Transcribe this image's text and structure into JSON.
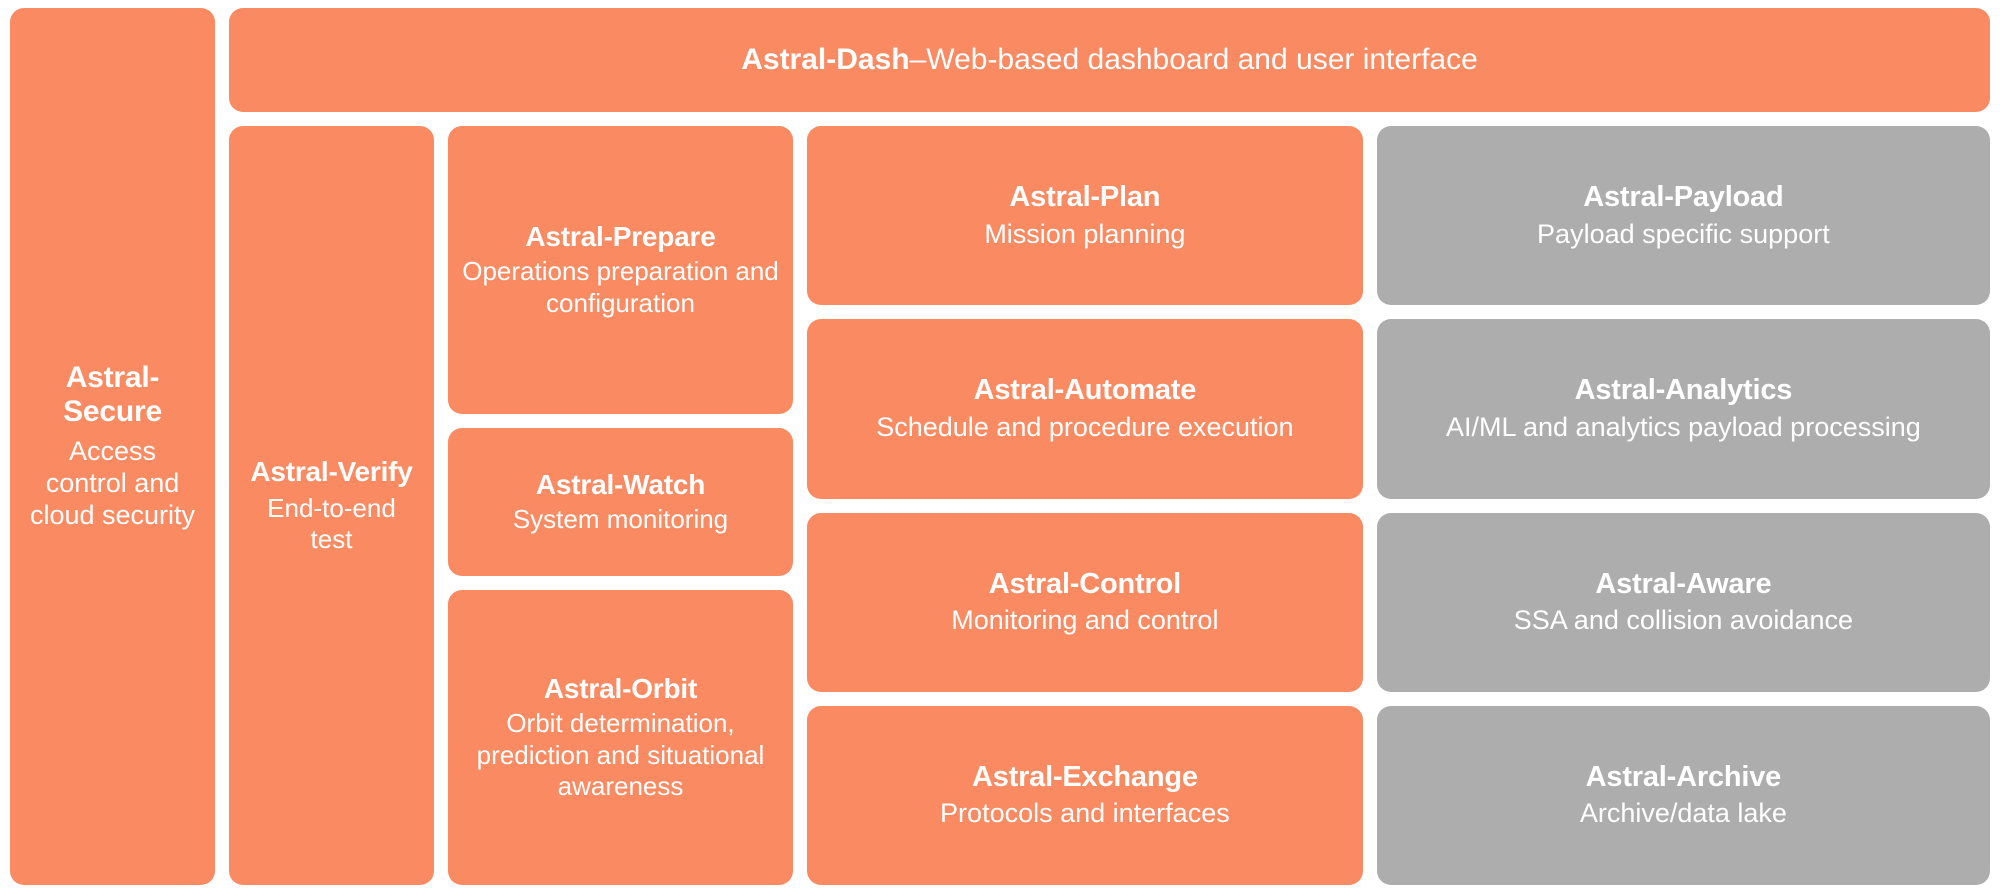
{
  "colors": {
    "primary": "#fa8a62",
    "secondary": "#adadad",
    "text_on_card": "#ffffff",
    "background": "#ffffff"
  },
  "banner": {
    "name": "Astral-Dash",
    "separator": " – ",
    "description": "Web-based dashboard and user interface"
  },
  "secure": {
    "title": "Astral-Secure",
    "subtitle": "Access control and cloud security"
  },
  "verify": {
    "title": "Astral-Verify",
    "subtitle": "End-to-end test"
  },
  "operations": [
    {
      "title": "Astral-Prepare",
      "subtitle": "Operations preparation and configuration",
      "color": "orange"
    },
    {
      "title": "Astral-Watch",
      "subtitle": "System monitoring",
      "color": "orange"
    },
    {
      "title": "Astral-Orbit",
      "subtitle": "Orbit determination, prediction and situational awareness",
      "color": "orange"
    }
  ],
  "core": [
    {
      "title": "Astral-Plan",
      "subtitle": "Mission planning",
      "color": "orange"
    },
    {
      "title": "Astral-Automate",
      "subtitle": "Schedule and procedure execution",
      "color": "orange"
    },
    {
      "title": "Astral-Control",
      "subtitle": "Monitoring and control",
      "color": "orange"
    },
    {
      "title": "Astral-Exchange",
      "subtitle": "Protocols and interfaces",
      "color": "orange"
    }
  ],
  "extensions": [
    {
      "title": "Astral-Payload",
      "subtitle": "Payload specific support",
      "color": "grey"
    },
    {
      "title": "Astral-Analytics",
      "subtitle": "AI/ML and analytics payload processing",
      "color": "grey"
    },
    {
      "title": "Astral-Aware",
      "subtitle": "SSA and collision avoidance",
      "color": "grey"
    },
    {
      "title": "Astral-Archive",
      "subtitle": "Archive/data lake",
      "color": "grey"
    }
  ]
}
